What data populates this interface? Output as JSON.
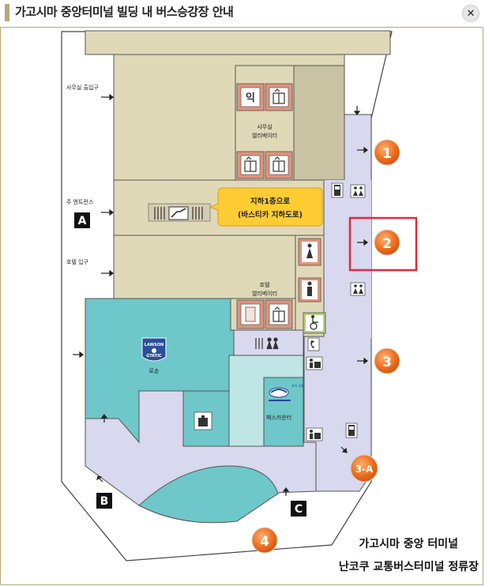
{
  "header": {
    "title": "가고시마 중앙터미널 빌딩 내 버스승강장 안내"
  },
  "labels": {
    "office_entrance": "사무실 출입구",
    "front_entrance": "주 엔트런스",
    "hotel_entrance": "호텔 입구",
    "office_elevator_line1": "사무실",
    "office_elevator_line2": "엘리베이터",
    "hotel_elevator_line1": "호텔",
    "hotel_elevator_line2": "엘리베이터",
    "lawson": "로손",
    "pass_counter": "패스카운터",
    "callout_line1": "지하1층으로",
    "callout_line2": "(바스티카 지하도로)"
  },
  "icons": {
    "first_aid_symbol": "익"
  },
  "gates": [
    "A",
    "B",
    "C"
  ],
  "stops": [
    "1",
    "2",
    "3",
    "3-A",
    "4"
  ],
  "footer": {
    "line1": "가고시마 중앙 터미널",
    "line2": "난코쿠 교통버스터미널 정류장"
  },
  "colors": {
    "building": "#e0d9b8",
    "corridor": "#d8d8ee",
    "shop": "#6ec7c8",
    "callout": "#ffcc33",
    "stop_badge": "#ef6f1e",
    "highlight": "#e02a3a",
    "accent_frame": "#b8a77c"
  }
}
